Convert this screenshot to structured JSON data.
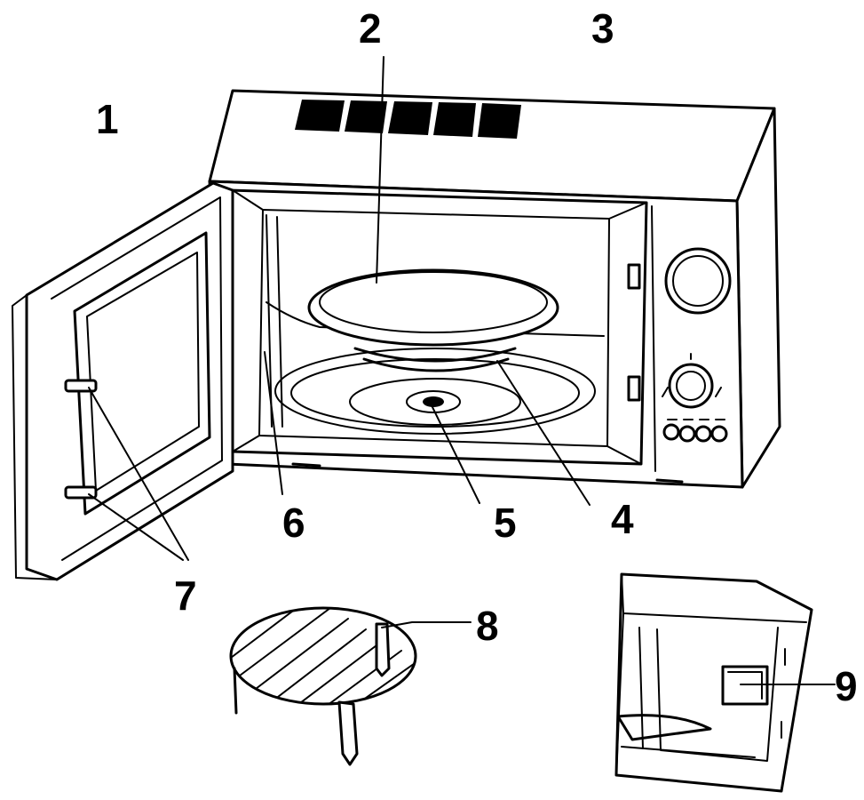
{
  "labels": {
    "door": "1",
    "turntable_plate": "2",
    "cabinet": "3",
    "roller_ring": "4",
    "shaft": "5",
    "door_seal": "6",
    "door_latches": "7",
    "grill_rack": "8",
    "waveguide_cover": "9"
  }
}
